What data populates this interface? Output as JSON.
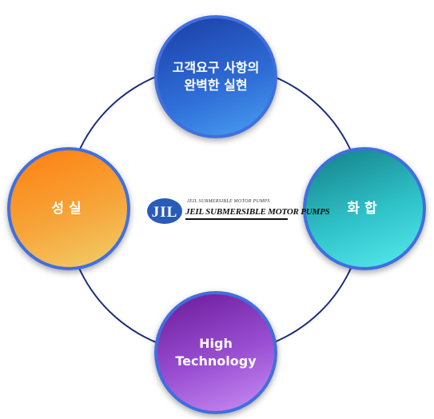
{
  "diagram": {
    "nodes": {
      "top": "고객요구 사항의\n완벽한 실현",
      "left": "성실",
      "right": "화합",
      "bottom": "High\nTechnology"
    },
    "logo": {
      "mark_text": "JIL",
      "small_text": "JEIL SUBMERSIBLE MOTOR PUMPS",
      "main_text": "JEIL SUBMERSIBLE MOTOR PUMPS"
    },
    "colors": {
      "ring": "#1f2f7a",
      "node_border": "#3f6fe0",
      "top_node": "#2f6fd8",
      "left_node": "#f6a53a",
      "right_node": "#2fc3c9",
      "bottom_node": "#9a4fd2",
      "logo_mark": "#2a5bb8"
    }
  }
}
